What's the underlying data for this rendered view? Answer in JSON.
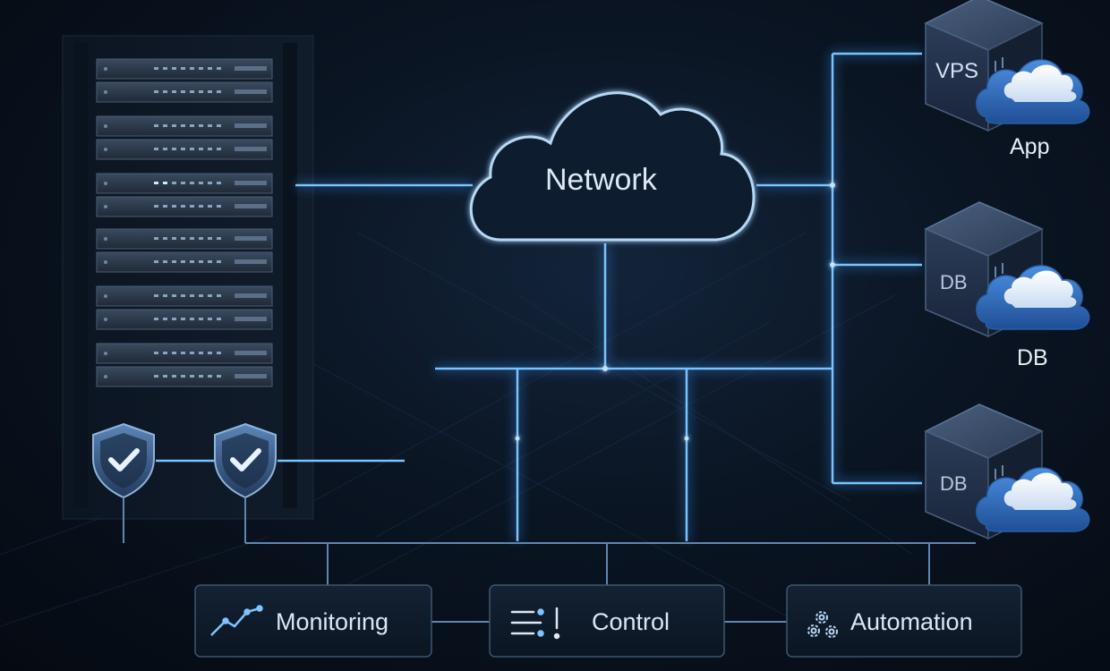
{
  "network": {
    "label": "Network"
  },
  "servers": [
    {
      "label": "VPS",
      "caption": "App"
    },
    {
      "label": "DB",
      "caption": "DB"
    },
    {
      "label": "DB",
      "caption": ""
    }
  ],
  "modules": [
    {
      "label": "Monitoring",
      "icon": "line-chart-icon"
    },
    {
      "label": "Control",
      "icon": "sliders-icon"
    },
    {
      "label": "Automation",
      "icon": "gears-icon"
    }
  ],
  "colors": {
    "line": "#6fc0ff",
    "glow": "#3a9dff",
    "panel": "#0e1a2a",
    "panel_border": "#3d5670",
    "cube_front": "#1e2d45",
    "cloud_blue": "#2f6fc0"
  }
}
